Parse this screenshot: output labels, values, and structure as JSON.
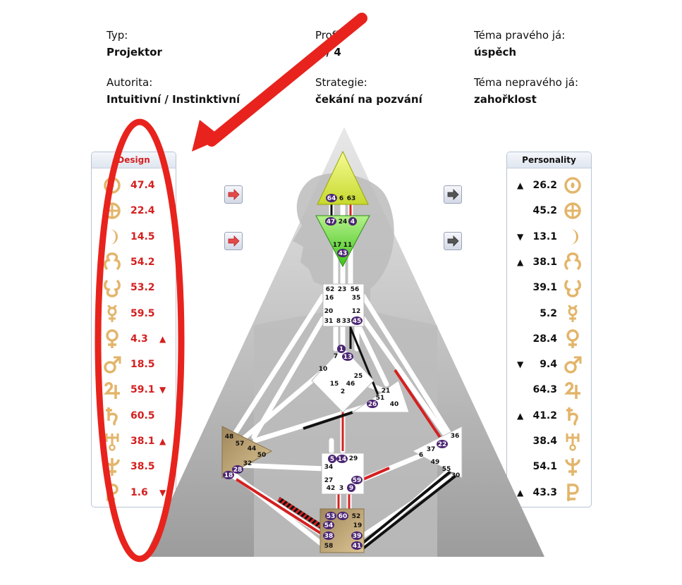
{
  "header": {
    "type_label": "Typ:",
    "type_value": "Projektor",
    "profile_label": "Profil:",
    "profile_value": "1 / 4",
    "true_theme_label": "Téma pravého já:",
    "true_theme_value": "úspěch",
    "authority_label": "Autorita:",
    "authority_value": "Intuitivní / Instinktivní",
    "strategy_label": "Strategie:",
    "strategy_value": "čekání na pozvání",
    "false_theme_label": "Téma nepravého já:",
    "false_theme_value": "zahořklost"
  },
  "colors": {
    "design": "#d42020",
    "personality": "#111111",
    "annotation": "#e8231d",
    "symbol": "#e3b56a",
    "defined_red": "#d42020"
  },
  "design": {
    "title": "Design",
    "rows": [
      {
        "icon": "sun-icon",
        "value": "47.4",
        "arrow": ""
      },
      {
        "icon": "earth-icon",
        "value": "22.4",
        "arrow": ""
      },
      {
        "icon": "moon-icon",
        "value": "14.5",
        "arrow": ""
      },
      {
        "icon": "north-node-icon",
        "value": "54.2",
        "arrow": ""
      },
      {
        "icon": "south-node-icon",
        "value": "53.2",
        "arrow": ""
      },
      {
        "icon": "mercury-icon",
        "value": "59.5",
        "arrow": ""
      },
      {
        "icon": "venus-icon",
        "value": "4.3",
        "arrow": "▲"
      },
      {
        "icon": "mars-icon",
        "value": "18.5",
        "arrow": ""
      },
      {
        "icon": "jupiter-icon",
        "value": "59.1",
        "arrow": "▼"
      },
      {
        "icon": "saturn-icon",
        "value": "60.5",
        "arrow": ""
      },
      {
        "icon": "uranus-icon",
        "value": "38.1",
        "arrow": "▲"
      },
      {
        "icon": "neptune-icon",
        "value": "38.5",
        "arrow": ""
      },
      {
        "icon": "pluto-icon",
        "value": "1.6",
        "arrow": "▼"
      }
    ]
  },
  "personality": {
    "title": "Personality",
    "rows": [
      {
        "icon": "sun-icon",
        "value": "26.2",
        "arrow": "▲"
      },
      {
        "icon": "earth-icon",
        "value": "45.2",
        "arrow": ""
      },
      {
        "icon": "moon-icon",
        "value": "13.1",
        "arrow": "▼"
      },
      {
        "icon": "north-node-icon",
        "value": "38.1",
        "arrow": "▲"
      },
      {
        "icon": "south-node-icon",
        "value": "39.1",
        "arrow": ""
      },
      {
        "icon": "mercury-icon",
        "value": "5.2",
        "arrow": ""
      },
      {
        "icon": "venus-icon",
        "value": "28.4",
        "arrow": ""
      },
      {
        "icon": "mars-icon",
        "value": "9.4",
        "arrow": "▼"
      },
      {
        "icon": "jupiter-icon",
        "value": "64.3",
        "arrow": ""
      },
      {
        "icon": "saturn-icon",
        "value": "41.2",
        "arrow": "▲"
      },
      {
        "icon": "uranus-icon",
        "value": "38.4",
        "arrow": ""
      },
      {
        "icon": "neptune-icon",
        "value": "54.1",
        "arrow": ""
      },
      {
        "icon": "pluto-icon",
        "value": "43.3",
        "arrow": "▲"
      }
    ]
  },
  "bodygraph": {
    "gates_plain": [
      "6",
      "63",
      "24",
      "17",
      "11",
      "62",
      "23",
      "56",
      "16",
      "35",
      "20",
      "12",
      "31",
      "8",
      "33",
      "7",
      "10",
      "25",
      "15",
      "46",
      "2",
      "21",
      "51",
      "40",
      "48",
      "57",
      "44",
      "50",
      "32",
      "36",
      "6",
      "37",
      "49",
      "55",
      "30",
      "34",
      "29",
      "27",
      "42",
      "3",
      "52",
      "19",
      "58"
    ],
    "gates_active": [
      "64",
      "47",
      "4",
      "43",
      "45",
      "1",
      "13",
      "26",
      "22",
      "5",
      "14",
      "59",
      "9",
      "28",
      "18",
      "53",
      "60",
      "54",
      "38",
      "39",
      "41"
    ]
  }
}
